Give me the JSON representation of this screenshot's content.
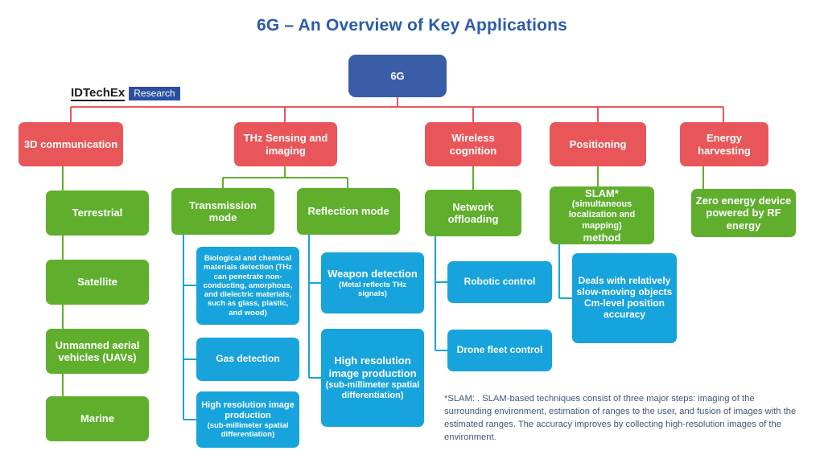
{
  "title": "6G – An Overview of Key Applications",
  "logo": {
    "main": "IDTechEx",
    "badge": "Research"
  },
  "colors": {
    "title": "#2b5caa",
    "root": "#3a5da8",
    "level1": "#e9565a",
    "level2": "#5faf2d",
    "level3": "#17a3dc",
    "footnote": "#3e5878",
    "background": "#ffffff"
  },
  "root": {
    "label": "6G"
  },
  "branches": [
    {
      "label": "3D communication",
      "children": [
        {
          "label": "Terrestrial",
          "children": []
        },
        {
          "label": "Satellite",
          "children": []
        },
        {
          "label": "Unmanned aerial vehicles (UAVs)",
          "children": []
        },
        {
          "label": "Marine",
          "children": []
        }
      ]
    },
    {
      "label": "THz Sensing and imaging",
      "children": [
        {
          "label": "Transmission mode",
          "children": [
            {
              "label": "Biological and chemical materials detection (THz can penetrate non-conducting, amorphous, and dielectric materials, such as glass, plastic, and wood)"
            },
            {
              "label": "Gas detection"
            },
            {
              "label": "High resolution image production",
              "note": "(sub-millimeter spatial differentiation)"
            }
          ]
        },
        {
          "label": "Reflection mode",
          "children": [
            {
              "label": "Weapon detection",
              "note": "(Metal reflects THz signals)"
            },
            {
              "label": "High resolution image production",
              "note": "(sub-millimeter spatial differentiation)"
            }
          ]
        }
      ]
    },
    {
      "label": "Wireless cognition",
      "children": [
        {
          "label": "Network offloading",
          "children": [
            {
              "label": "Robotic control"
            },
            {
              "label": "Drone fleet control"
            }
          ]
        }
      ]
    },
    {
      "label": "Positioning",
      "children": [
        {
          "label": "SLAM* (simultaneous localization and mapping) method",
          "children": [
            {
              "label": "Deals with relatively slow-moving objects Cm-level position accuracy"
            }
          ]
        }
      ]
    },
    {
      "label": "Energy harvesting",
      "children": [
        {
          "label": "Zero energy device powered by RF energy",
          "children": []
        }
      ]
    }
  ],
  "nodes": {
    "terrestrial": "Terrestrial",
    "satellite": "Satellite",
    "uav": "Unmanned aerial vehicles (UAVs)",
    "marine": "Marine",
    "transmission_mode": "Transmission mode",
    "reflection_mode": "Reflection mode",
    "bio_chem": "Biological and chemical materials detection (THz can penetrate non-conducting, amorphous, and dielectric materials, such as glass, plastic, and wood)",
    "gas_detection": "Gas detection",
    "hires_trans_main": "High resolution image production",
    "hires_trans_note": "(sub-millimeter spatial differentiation)",
    "weapon_main": "Weapon detection",
    "weapon_note": "(Metal reflects THz signals)",
    "hires_refl_main": "High resolution image production",
    "hires_refl_note": "(sub-millimeter spatial differentiation)",
    "network_offloading": "Network offloading",
    "robotic_control": "Robotic control",
    "drone_fleet": "Drone fleet control",
    "slam_head": "SLAM*",
    "slam_paren": "(simultaneous localization and mapping)",
    "slam_tail": " method",
    "slam_deals": "Deals with relatively slow-moving objects Cm-level position accuracy",
    "zero_energy": "Zero energy device powered by RF energy",
    "cat_3d": "3D communication",
    "cat_thz": "THz Sensing and imaging",
    "cat_wireless": "Wireless cognition",
    "cat_positioning": "Positioning",
    "cat_energy": "Energy harvesting"
  },
  "footnote": "*SLAM: . SLAM-based techniques consist of three major steps: imaging of the surrounding environment, estimation of ranges to the user, and fusion of images with the estimated ranges. The accuracy improves by collecting high-resolution images of the environment."
}
